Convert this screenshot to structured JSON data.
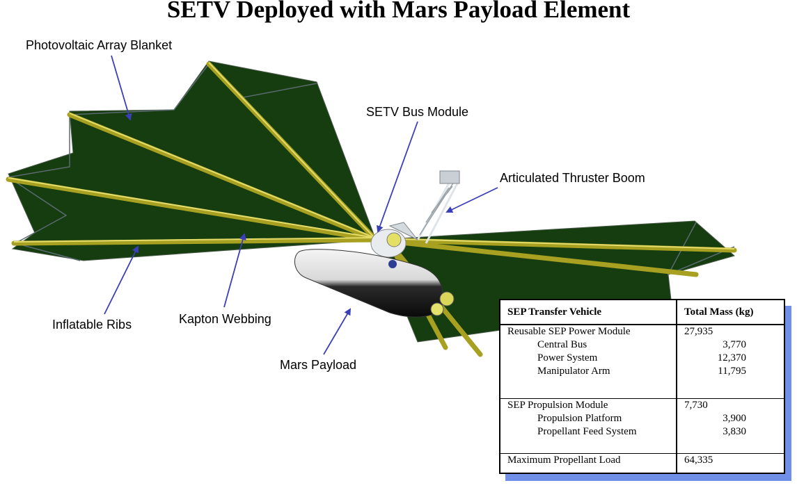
{
  "title": "SETV Deployed with Mars Payload Element",
  "labels": {
    "photovoltaic": "Photovoltaic Array Blanket",
    "bus_module": "SETV Bus Module",
    "thruster_boom": "Articulated Thruster Boom",
    "inflatable_ribs": "Inflatable Ribs",
    "kapton_webbing": "Kapton Webbing",
    "mars_payload": "Mars Payload"
  },
  "colors": {
    "array": "#153d0f",
    "rib": "#a8a020",
    "arrow": "#3a3fb8",
    "table_shadow": "#6f8fe8"
  },
  "table": {
    "headers": [
      "SEP Transfer Vehicle",
      "Total Mass  (kg)"
    ],
    "groups": [
      {
        "name": "Reusable SEP Power Module",
        "total": "27,935",
        "items": [
          {
            "name": "Central Bus",
            "value": "3,770"
          },
          {
            "name": "Power System",
            "value": "12,370"
          },
          {
            "name": "Manipulator Arm",
            "value": "11,795"
          }
        ]
      },
      {
        "name": "SEP Propulsion Module",
        "total": "7,730",
        "items": [
          {
            "name": "Propulsion Platform",
            "value": "3,900"
          },
          {
            "name": "Propellant Feed System",
            "value": "3,830"
          }
        ]
      },
      {
        "name": "Maximum Propellant Load",
        "total": "64,335",
        "items": []
      }
    ]
  }
}
